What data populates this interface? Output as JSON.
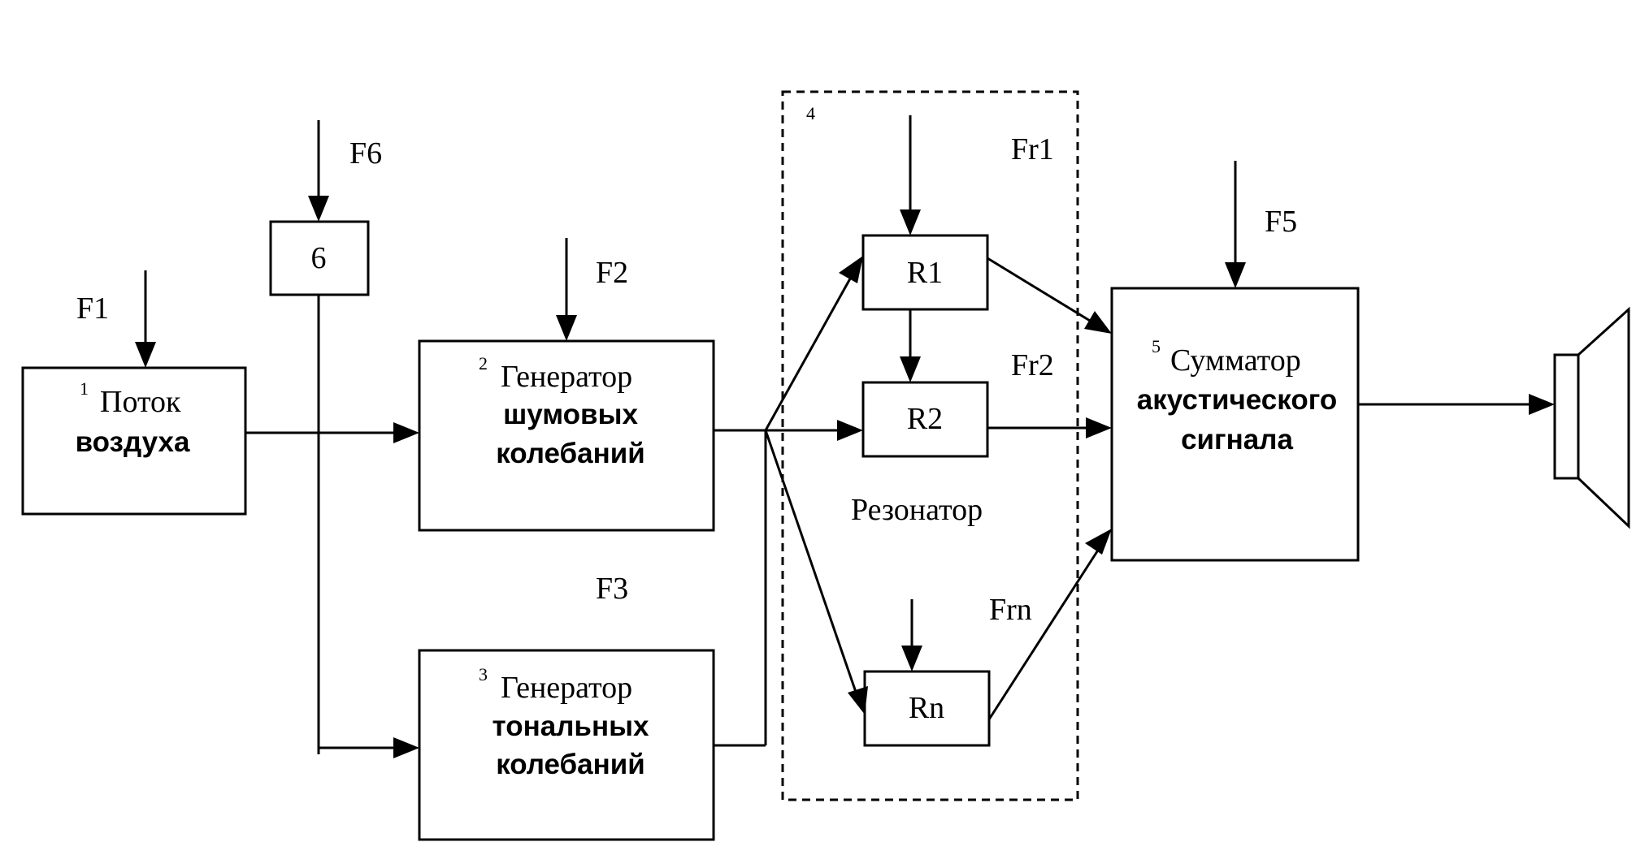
{
  "inputs": {
    "f1": "F1",
    "f2": "F2",
    "f3": "F3",
    "f5": "F5",
    "f6": "F6",
    "fr1": "Fr1",
    "fr2": "Fr2",
    "frn": "Frn"
  },
  "blocks": {
    "air_flow": {
      "number": "1",
      "line1": "Поток",
      "line2": "воздуха"
    },
    "noise_generator": {
      "number": "2",
      "line1": "Генератор",
      "line2": "шумовых",
      "line3": "колебаний"
    },
    "tone_generator": {
      "number": "3",
      "line1": "Генератор",
      "line2": "тональных",
      "line3": "колебаний"
    },
    "resonator": {
      "number": "4",
      "label": "Резонатор"
    },
    "adder": {
      "number": "5",
      "line1": "Сумматор",
      "line2": "акустического",
      "line3": "сигнала"
    },
    "block6": {
      "label": "6"
    }
  },
  "resonators": {
    "r1": "R1",
    "r2": "R2",
    "rn": "Rn"
  }
}
